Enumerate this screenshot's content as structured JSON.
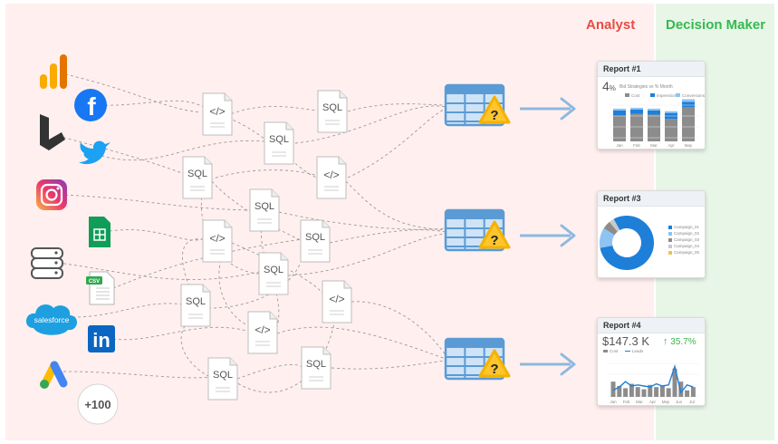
{
  "zones": {
    "analyst": "Analyst",
    "decision_maker": "Decision Maker"
  },
  "sources": [
    {
      "name": "google-analytics-icon"
    },
    {
      "name": "facebook-icon"
    },
    {
      "name": "bing-icon"
    },
    {
      "name": "twitter-icon"
    },
    {
      "name": "instagram-icon"
    },
    {
      "name": "google-sheets-icon"
    },
    {
      "name": "database-icon"
    },
    {
      "name": "csv-file-icon",
      "label": "CSV"
    },
    {
      "name": "salesforce-icon",
      "label": "salesforce"
    },
    {
      "name": "linkedin-icon",
      "label": "in"
    },
    {
      "name": "google-ads-icon"
    },
    {
      "name": "more-sources-badge",
      "label": "+100"
    }
  ],
  "scripts": [
    {
      "name": "code-doc-1",
      "label": "</>"
    },
    {
      "name": "sql-doc-1",
      "label": "SQL"
    },
    {
      "name": "sql-doc-2",
      "label": "SQL"
    },
    {
      "name": "sql-doc-3",
      "label": "SQL"
    },
    {
      "name": "code-doc-2",
      "label": "</>"
    },
    {
      "name": "sql-doc-4",
      "label": "SQL"
    },
    {
      "name": "code-doc-3",
      "label": "</>"
    },
    {
      "name": "sql-doc-5",
      "label": "SQL"
    },
    {
      "name": "sql-doc-6",
      "label": "SQL"
    },
    {
      "name": "sql-doc-7",
      "label": "SQL"
    },
    {
      "name": "code-doc-4",
      "label": "</>"
    },
    {
      "name": "code-doc-5",
      "label": "</>"
    },
    {
      "name": "sql-doc-8",
      "label": "SQL"
    },
    {
      "name": "sql-doc-9",
      "label": "SQL"
    }
  ],
  "warning_symbol": "?",
  "reports": [
    {
      "title": "Report #1",
      "metric": "4",
      "metric_unit": "%",
      "subtitle": "Bid Strategies vs % Month",
      "legend": [
        "Cost",
        "Impressions",
        "Conversions"
      ],
      "chart_type": "stacked-bar",
      "x_labels": [
        "Jan",
        "Feb",
        "Mar",
        "Apr",
        "May"
      ],
      "series": [
        {
          "name": "Cost",
          "color": "#8c8c8c",
          "values": [
            30,
            32,
            31,
            26,
            40
          ]
        },
        {
          "name": "Impressions",
          "color": "#1e7fd9",
          "values": [
            6,
            5,
            5,
            7,
            6
          ]
        },
        {
          "name": "Conversions",
          "color": "#8ec3f3",
          "values": [
            2,
            2,
            2,
            2,
            3
          ]
        }
      ]
    },
    {
      "title": "Report #3",
      "chart_type": "donut",
      "legend": [
        "Campaign_01",
        "Campaign_02",
        "Campaign_03",
        "Campaign_04",
        "Campaign_05"
      ],
      "slices": [
        {
          "value": 80,
          "color": "#1e7fd9"
        },
        {
          "value": 12,
          "color": "#8ec3f3"
        },
        {
          "value": 5,
          "color": "#8c8c8c"
        },
        {
          "value": 3,
          "color": "#c9c9c9"
        }
      ]
    },
    {
      "title": "Report #4",
      "metric": "$147.3 K",
      "delta": "35.7%",
      "legend": [
        "Cost",
        "Leads"
      ],
      "chart_type": "bar-line",
      "x_labels": [
        "Jan",
        "Feb",
        "Mar",
        "Apr",
        "May",
        "Jun",
        "Jul"
      ],
      "bars": [
        14,
        10,
        8,
        12,
        9,
        7,
        11,
        9,
        10,
        8,
        26,
        14,
        6,
        9
      ],
      "line": [
        6,
        9,
        14,
        10,
        11,
        10,
        9,
        12,
        10,
        11,
        28,
        4,
        11,
        9
      ]
    }
  ]
}
